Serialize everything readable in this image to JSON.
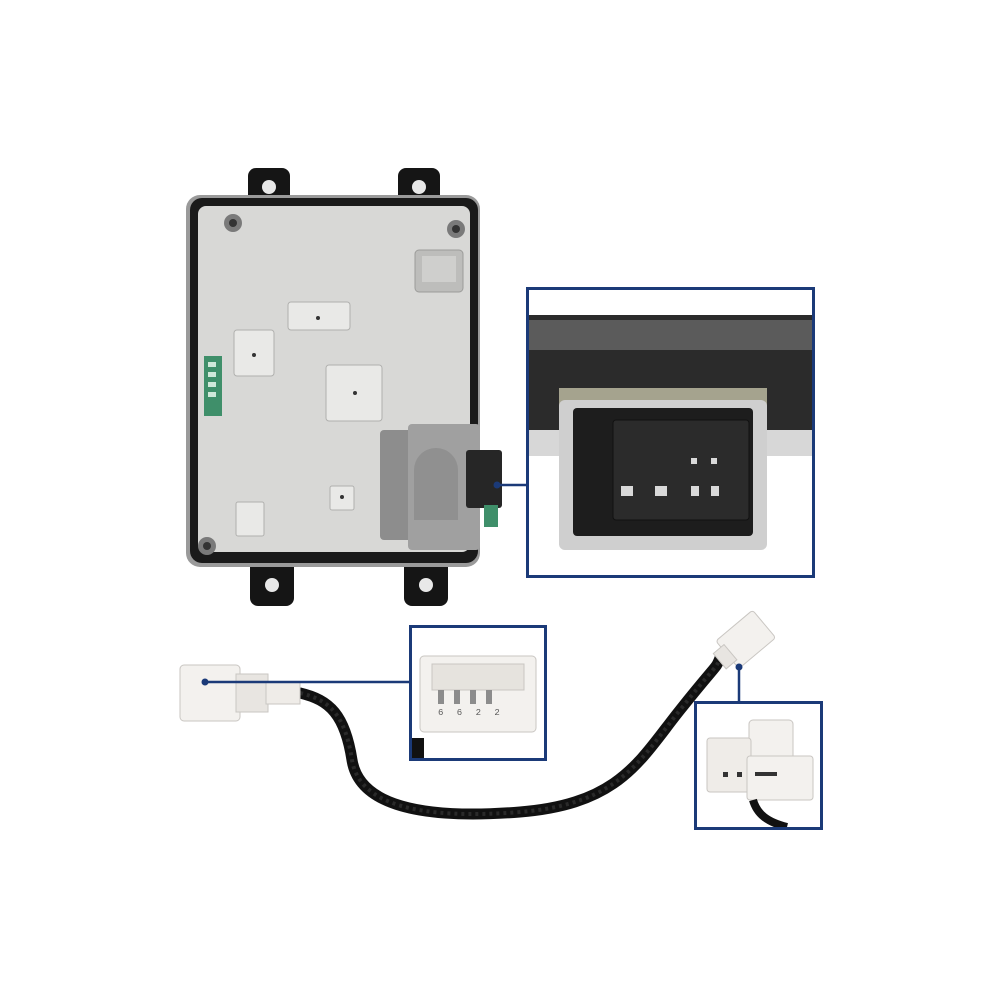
{
  "callouts": {
    "socket": "module-connector-socket-closeup",
    "plug_front": "harness-plug-front-closeup",
    "plug_side": "harness-plug-side-closeup"
  },
  "colors": {
    "callout_border": "#1b3a78",
    "module_plate": "#d8d8d6",
    "module_frame": "#1a1a1a",
    "cable": "#111111",
    "connector_body": "#f3f1ee"
  },
  "plug_front_pin_marks": "6 6 2 2"
}
